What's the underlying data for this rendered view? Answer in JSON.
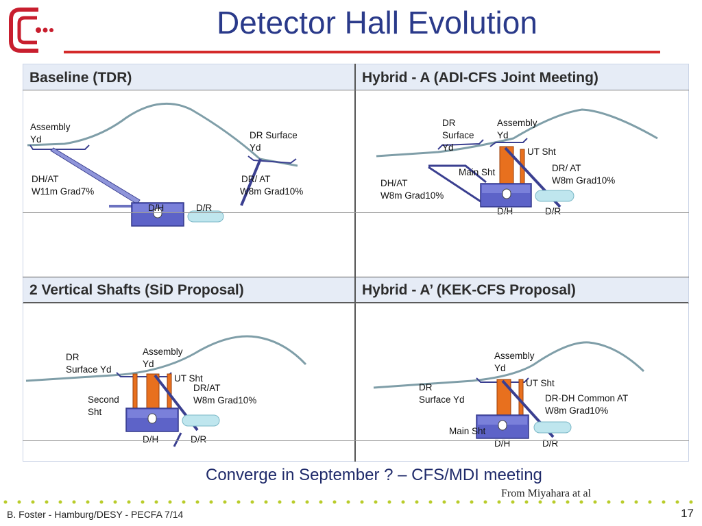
{
  "slide": {
    "title": "Detector Hall Evolution",
    "footer_main": "Converge in September ?  – CFS/MDI meeting",
    "footer_credit": "From  Miyahara at al",
    "footer_left": "B. Foster - Hamburg/DESY -  PECFA 7/14",
    "page_number": "17"
  },
  "colors": {
    "title": "#2a3a8a",
    "rule": "#d42a2a",
    "ground_line": "#7f9ea8",
    "shaft_orange": "#e8701e",
    "hall_blue": "#5d63c8",
    "tunnel_cyan": "#bfe6ee",
    "dots_yellow": "#b9cc2a"
  },
  "panels": [
    {
      "header": "Baseline (TDR)",
      "labels": {
        "assembly_yd": [
          "Assembly",
          " Yd"
        ],
        "dr_surface": [
          "DR Surface",
          " Yd"
        ],
        "dh_at": [
          "DH/AT",
          "W11m Grad7%"
        ],
        "dr_at": [
          "DR/ AT",
          "W8m Grad10%"
        ],
        "dh": "D/H",
        "dr": "D/R"
      }
    },
    {
      "header": "Hybrid - A (ADI-CFS Joint Meeting)",
      "labels": {
        "dr_surface": [
          "DR",
          "Surface",
          " Yd"
        ],
        "assembly_yd": [
          "Assembly",
          " Yd"
        ],
        "ut_sht": "UT Sht",
        "main_sht": "Main Sht",
        "dr_at": [
          "DR/ AT",
          "W8m Grad10%"
        ],
        "dh_at": [
          "DH/AT",
          "W8m Grad10%"
        ],
        "dh": "D/H",
        "dr": "D/R"
      }
    },
    {
      "header": "2 Vertical Shafts  (SiD Proposal)",
      "labels": {
        "dr_surface": [
          "DR",
          "Surface Yd"
        ],
        "assembly_yd": [
          "Assembly",
          " Yd"
        ],
        "ut_sht": "UT Sht",
        "dr_at": [
          "DR/AT",
          "W8m Grad10%"
        ],
        "second_sht": [
          "Second",
          "Sht"
        ],
        "dh": "D/H",
        "dr": "D/R"
      }
    },
    {
      "header": "Hybrid - A’ (KEK-CFS Proposal)",
      "labels": {
        "dr_surface": [
          "DR",
          "Surface Yd"
        ],
        "assembly_yd": [
          "Assembly",
          " Yd"
        ],
        "ut_sht": "UT Sht",
        "main_sht": "Main Sht",
        "dr_dh_at": [
          "DR-DH Common AT",
          "W8m Grad10%"
        ],
        "dh": "D/H",
        "dr": "D/R"
      }
    }
  ]
}
